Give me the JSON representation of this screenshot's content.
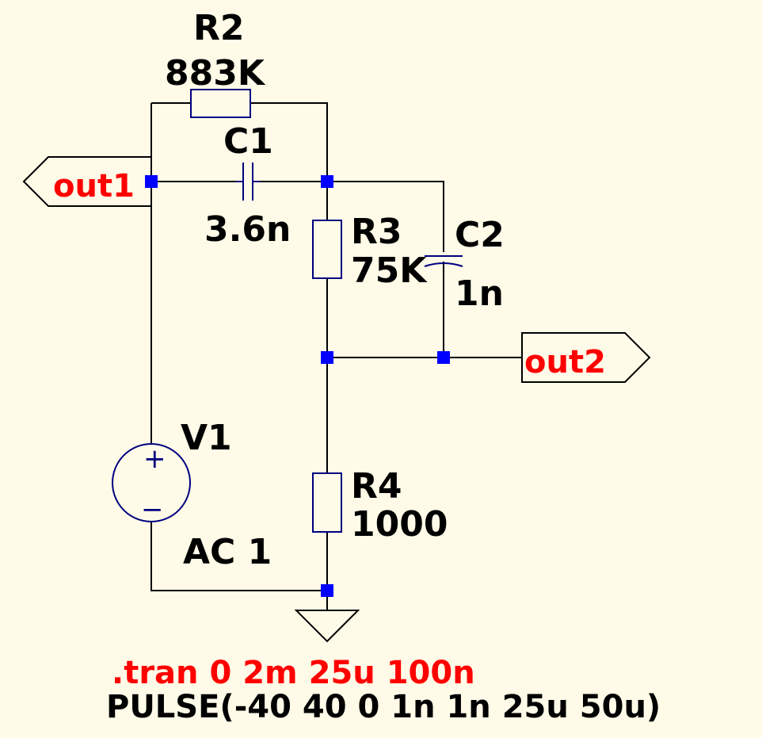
{
  "components": {
    "r2": {
      "name": "R2",
      "value": "883K"
    },
    "c1": {
      "name": "C1",
      "value": "3.6n"
    },
    "r3": {
      "name": "R3",
      "value": "75K"
    },
    "c2": {
      "name": "C2",
      "value": "1n"
    },
    "r4": {
      "name": "R4",
      "value": "1000"
    },
    "v1": {
      "name": "V1",
      "value": "AC 1",
      "plus": "+",
      "minus": "−"
    }
  },
  "nets": {
    "out1": "out1",
    "out2": "out2"
  },
  "directive": {
    "tran": ".tran 0 2m 25u 100n",
    "pulse": "PULSE(-40 40 0 1n 1n 25u 50u)"
  },
  "colors": {
    "background": "#fffbe8",
    "wire": "#000000",
    "component": "#000080",
    "node": "#0000ff",
    "net_label": "#ff0000"
  }
}
